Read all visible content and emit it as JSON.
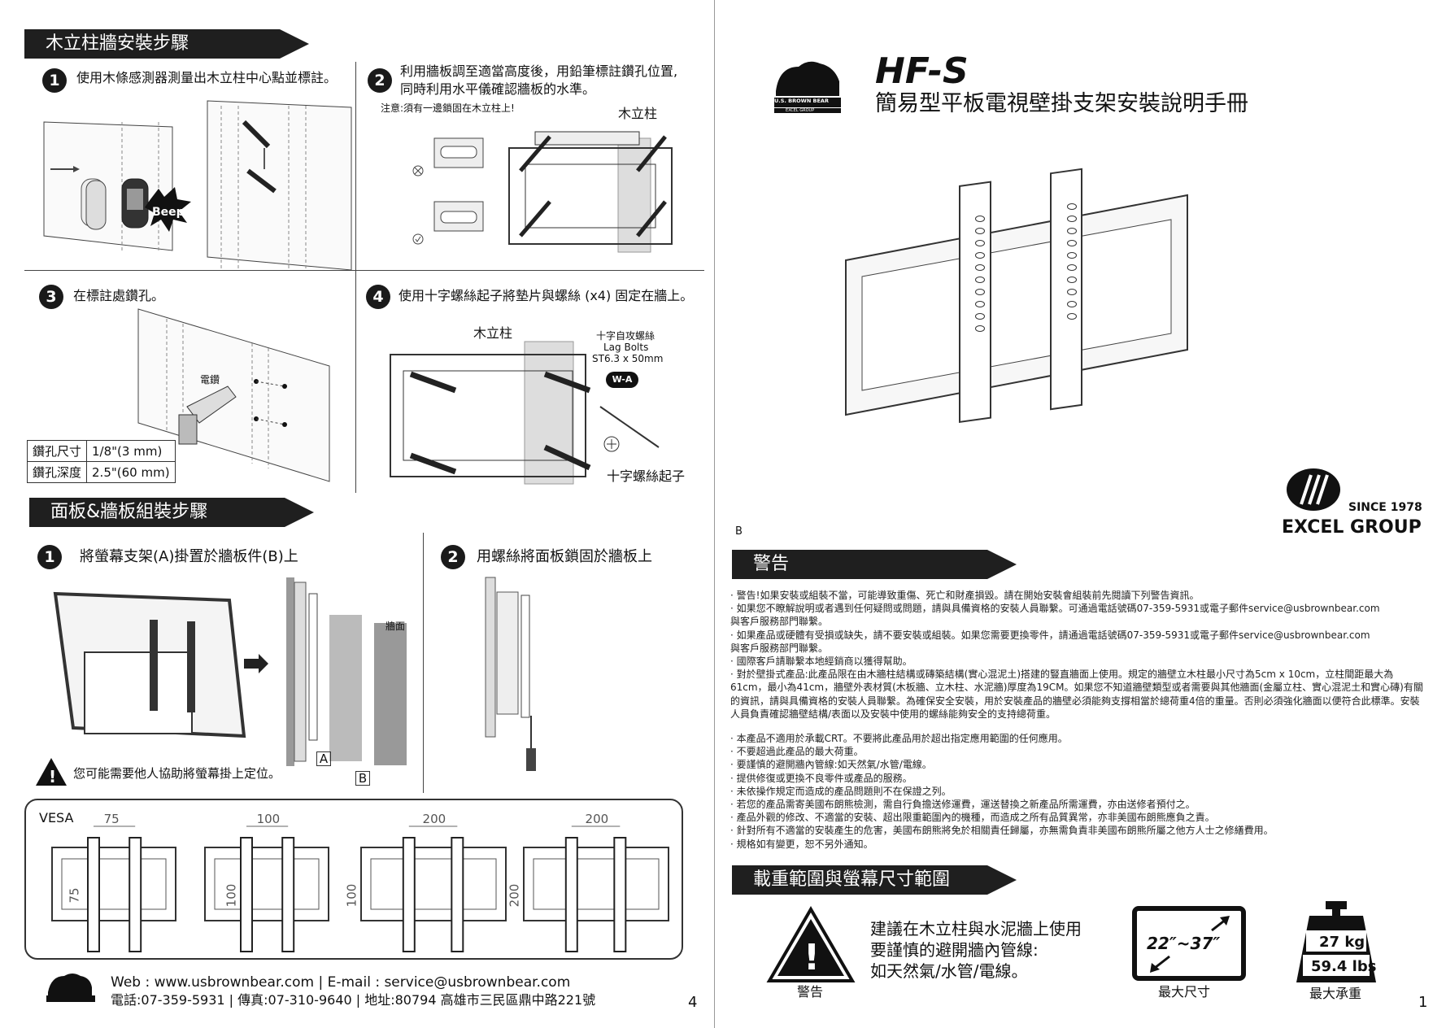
{
  "left": {
    "section1_title": "木立柱牆安裝步驟",
    "step1": {
      "num": "1",
      "text": "使用木條感測器測量出木立柱中心點並標註。",
      "beep": "Beep!"
    },
    "step2": {
      "num": "2",
      "text_l1": "利用牆板調至適當高度後，用鉛筆標註鑽孔位置,",
      "text_l2": "同時利用水平儀確認牆板的水準。",
      "note": "注意:須有一邊鎖固在木立柱上!",
      "stud": "木立柱"
    },
    "step3": {
      "num": "3",
      "text": "在標註處鑽孔。",
      "drill": "電鑽"
    },
    "drill_table": [
      {
        "label": "鑽孔尺寸",
        "value": "1/8\"(3 mm)"
      },
      {
        "label": "鑽孔深度",
        "value": "2.5\"(60 mm)"
      }
    ],
    "step4": {
      "num": "4",
      "text": "使用十字螺絲起子將墊片與螺絲 (x4) 固定在牆上。",
      "stud": "木立柱",
      "bolt_l1": "十字自攻螺絲",
      "bolt_l2": "Lag Bolts",
      "bolt_l3": "ST6.3 x 50mm",
      "wa": "W-A",
      "screwdriver": "十字螺絲起子"
    },
    "section2_title": "面板&牆板組裝步驟",
    "assembly1": {
      "num": "1",
      "text": "將螢幕支架(A)掛置於牆板件(B)上",
      "wall": "牆面",
      "a": "A",
      "b": "B"
    },
    "assembly2": {
      "num": "2",
      "text": "用螺絲將面板鎖固於牆板上"
    },
    "caution": "您可能需要他人協助將螢幕掛上定位。",
    "vesa": {
      "label": "VESA",
      "items": [
        {
          "w": "75",
          "h": "75"
        },
        {
          "w": "100",
          "h": "100"
        },
        {
          "w": "200",
          "h": "100"
        },
        {
          "w": "200",
          "h": "200"
        }
      ]
    },
    "footer": {
      "web": "Web : www.usbrownbear.com | E-mail : service@usbrownbear.com",
      "contact": "電話:07-359-5931 | 傳真:07-310-9640 | 地址:80794 高雄市三民區鼎中路221號",
      "page": "4"
    }
  },
  "right": {
    "brand_l1": "U.S. BROWN BEAR",
    "brand_l2": "EXCEL GROUP",
    "model": "HF-S",
    "title": "簡易型平板電視壁掛支架安裝說明手冊",
    "part_label": "B",
    "excel_since": "SINCE 1978",
    "excel_name": "EXCEL GROUP",
    "warning_title": "警告",
    "warnings": [
      "· 警告!如果安裝或組裝不當，可能導致重傷、死亡和財產損毀。請在開始安裝會組裝前先閱讀下列警告資訊。",
      "· 如果您不瞭解說明或者遇到任何疑問或問題，請與具備資格的安裝人員聯繫。可通過電話號碼07-359-5931或電子郵件service@usbrownbear.com",
      "與客戶服務部門聯繫。",
      "· 如果產品或硬體有受損或缺失，請不要安裝或組裝。如果您需要更換零件，請通過電話號碼07-359-5931或電子郵件service@usbrownbear.com",
      "與客戶服務部門聯繫。",
      "· 國際客戶請聯繫本地經銷商以獲得幫助。"
    ],
    "warning_long": "· 對於壁掛式產品:此產品限在由木牆柱結構或磚築結構(實心混泥土)搭建的豎直牆面上使用。規定的牆壁立木柱最小尺寸為5cm x 10cm，立柱間距最大為61cm，最小為41cm，牆壁外表材質(木板牆、立木柱、水泥牆)厚度為19CM。如果您不知道牆壁類型或者需要與其他牆面(金屬立柱、實心混泥土和實心磚)有關的資訊，請與具備資格的安裝人員聯繫。為確保安全安裝，用於安裝產品的牆壁必須能夠支撐相當於總荷重4倍的重量。否則必須強化牆面以便符合此標準。安裝人員負責確認牆壁結構/表面以及安裝中使用的螺絲能夠安全的支持總荷重。",
    "warnings2": [
      "· 本產品不適用於承載CRT。不要將此產品用於超出指定應用範圍的任何應用。",
      "· 不要超過此產品的最大荷重。",
      "· 要謹慎的避開牆內管線:如天然氣/水管/電線。",
      "· 提供修復或更換不良零件或產品的服務。",
      "· 未依操作規定而造成的產品問題則不在保證之列。",
      "· 若您的產品需寄美國布朗熊檢測，需自行負擔送修運費，運送替換之新產品所需運費，亦由送修者預付之。",
      "· 產品外觀的修改、不適當的安裝、超出限重範圍內的機種，而造成之所有品質異常，亦非美國布朗熊應負之責。",
      "· 針對所有不適當的安裝產生的危害，美國布朗熊將免於相關責任歸屬，亦無需負責非美國布朗熊所屬之他方人士之修繕費用。",
      "· 規格如有變更，恕不另外通知。"
    ],
    "load_title": "載重範圍與螢幕尺寸範圍",
    "recommend": [
      "建議在木立柱與水泥牆上使用",
      "要謹慎的避開牆內管線:",
      "如天然氣/水管/電線。"
    ],
    "warn_label": "警告",
    "size_range": "22″~37″",
    "size_label": "最大尺寸",
    "kg": "27 kg",
    "lbs": "59.4 lbs",
    "weight_label": "最大承重",
    "page": "1"
  }
}
